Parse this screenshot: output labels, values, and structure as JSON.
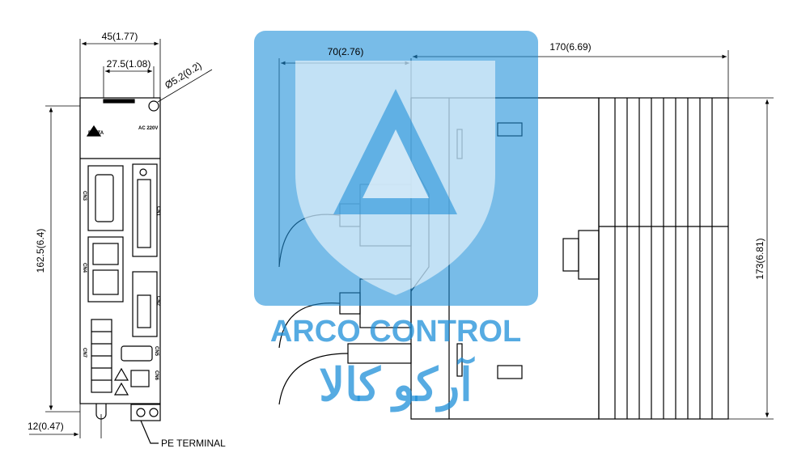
{
  "dimensions": {
    "front_width": "45(1.77)",
    "hole_spacing": "27.5(1.08)",
    "hole_diameter": "Ø5.2(0.2)",
    "front_height": "162.5(6.4)",
    "bottom_offset": "12(0.47)",
    "side_depth_front": "70(2.76)",
    "side_depth": "170(6.69)",
    "side_height": "173(6.81)"
  },
  "labels": {
    "pe_terminal": "PE TERMINAL",
    "cn3": "CN3",
    "cn1": "CN1",
    "cn4": "CN4",
    "cn2": "CN2",
    "cn5": "CN5",
    "cn7": "CN7",
    "cn6": "CN6",
    "brand": "DELTA",
    "rating": "AC 220V"
  },
  "watermark": {
    "latin": "ARCO CONTROL",
    "persian": "آرکو کالا"
  },
  "colors": {
    "watermark_blue": "#1e8fd8",
    "watermark_light": "#7fc0ec",
    "line": "#000000"
  }
}
